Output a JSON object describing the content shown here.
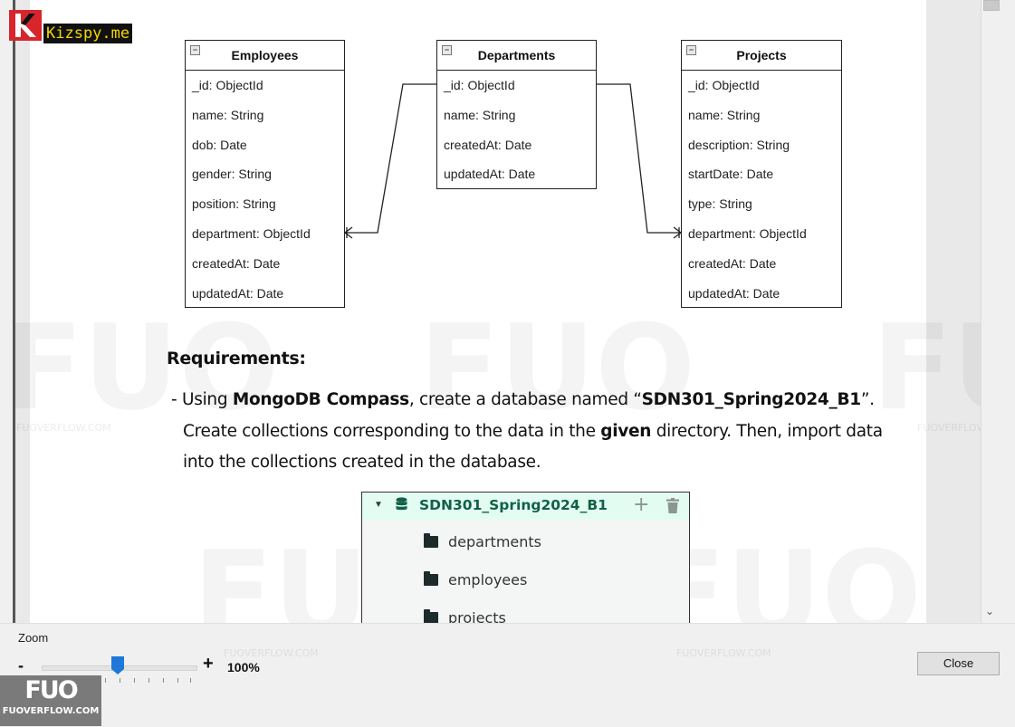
{
  "logo": {
    "text": "Kizspy.me"
  },
  "er_diagram": {
    "tables": [
      {
        "title": "Employees",
        "fields": [
          "_id: ObjectId",
          "name: String",
          "dob: Date",
          "gender: String",
          "position: String",
          "department: ObjectId",
          "createdAt: Date",
          "updatedAt: Date"
        ]
      },
      {
        "title": "Departments",
        "fields": [
          "_id: ObjectId",
          "name: String",
          "createdAt: Date",
          "updatedAt: Date"
        ]
      },
      {
        "title": "Projects",
        "fields": [
          "_id: ObjectId",
          "name: String",
          "description: String",
          "startDate: Date",
          "type: String",
          "department: ObjectId",
          "createdAt: Date",
          "updatedAt: Date"
        ]
      }
    ]
  },
  "requirements": {
    "title": "Requirements:",
    "bullet": "-",
    "line1_pre": "Using ",
    "line1_bold1": "MongoDB Compass",
    "line1_mid": ", create a database named “",
    "line1_bold2": "SDN301_Spring2024_B1",
    "line1_post": "”.",
    "line2_pre": "Create collections corresponding to the data in the ",
    "line2_bold": "given",
    "line2_post": " directory. Then, import data",
    "line3": "into the collections created in the database."
  },
  "compass": {
    "database": "SDN301_Spring2024_B1",
    "collections": [
      "departments",
      "employees",
      "projects"
    ]
  },
  "watermark": {
    "site": "FUOVERFLOW.COM",
    "mark": "FUO"
  },
  "zoom": {
    "label": "Zoom",
    "minus": "-",
    "plus": "+",
    "value": "100%",
    "level_percent": 100
  },
  "buttons": {
    "close": "Close"
  },
  "badge": {
    "big": "FUO",
    "small": "FUOVERFLOW.COM"
  },
  "colors": {
    "accent": "#1e78d8",
    "compass_green": "#116149",
    "logo_red": "#d8252b"
  }
}
